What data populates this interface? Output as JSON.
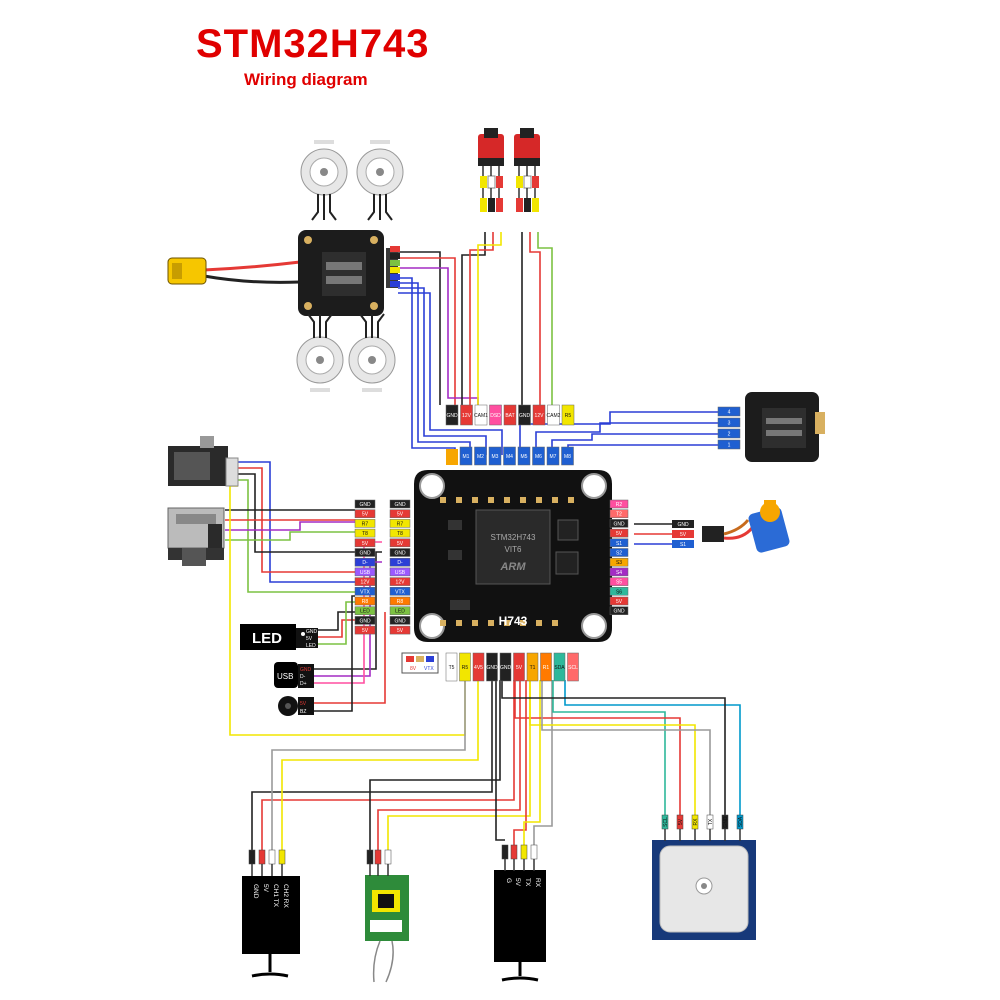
{
  "header": {
    "title": "STM32H743",
    "subtitle": "Wiring diagram"
  },
  "fc": {
    "label": "H743",
    "chip_lines": [
      "STM32H743",
      "VIT6"
    ]
  },
  "motor_pads": [
    "M1",
    "M2",
    "M3",
    "M4",
    "M5",
    "M6",
    "M7",
    "M8"
  ],
  "camera_pads": [
    "GND",
    "12V",
    "CAM1",
    "DSD",
    "BAT",
    "GND",
    "12V",
    "CAM2",
    "R5"
  ],
  "left_pads": [
    "GND",
    "5V",
    "R7",
    "T8",
    "5V",
    "GND",
    "D-",
    "USB",
    "12V",
    "VTX",
    "R8",
    "LED",
    "GND",
    "5V"
  ],
  "right_pads": [
    "R2",
    "T2",
    "GND",
    "5V",
    "S1",
    "S2",
    "S3",
    "S4",
    "S5",
    "S6",
    "5V",
    "GND"
  ],
  "bottom_pads": [
    "T5",
    "R5",
    "4V5",
    "GND",
    "GND",
    "5V",
    "T1",
    "R1",
    "SDA",
    "SCL"
  ],
  "esc_right_pads": [
    "4",
    "3",
    "2",
    "1"
  ],
  "servo_pads": [
    "GND",
    "5V",
    "S1"
  ],
  "gps_pins": [
    "SCL",
    "5V",
    "RX",
    "TX",
    "GND",
    "SDA"
  ],
  "receiver1_pins": [
    "GND",
    "5V",
    "CH1 TX",
    "CH2 RX"
  ],
  "receiver3_pins": [
    "G",
    "5V",
    "TX",
    "RX"
  ],
  "led_module": {
    "label": "LED",
    "pins": [
      "GND",
      "5V",
      "LED"
    ]
  },
  "usb_module": {
    "label": "USB",
    "pins": [
      "GND",
      "D-",
      "D+"
    ]
  },
  "buzzer_pins": [
    "5V",
    "BZ"
  ],
  "vtx_selector": {
    "labels": [
      "8V",
      "VTX"
    ]
  },
  "colors": {
    "title": "#e00000",
    "wire_red": "#e53935",
    "wire_black": "#222222",
    "wire_yellow": "#f2e600",
    "wire_green": "#7cc242",
    "wire_blue": "#2b3fd6",
    "wire_purple": "#a32cc4",
    "wire_pink": "#ff4fa0",
    "wire_gray": "#9a9a9a",
    "board": "#1a1a1a",
    "pad_blue": "#1f5fd1"
  }
}
